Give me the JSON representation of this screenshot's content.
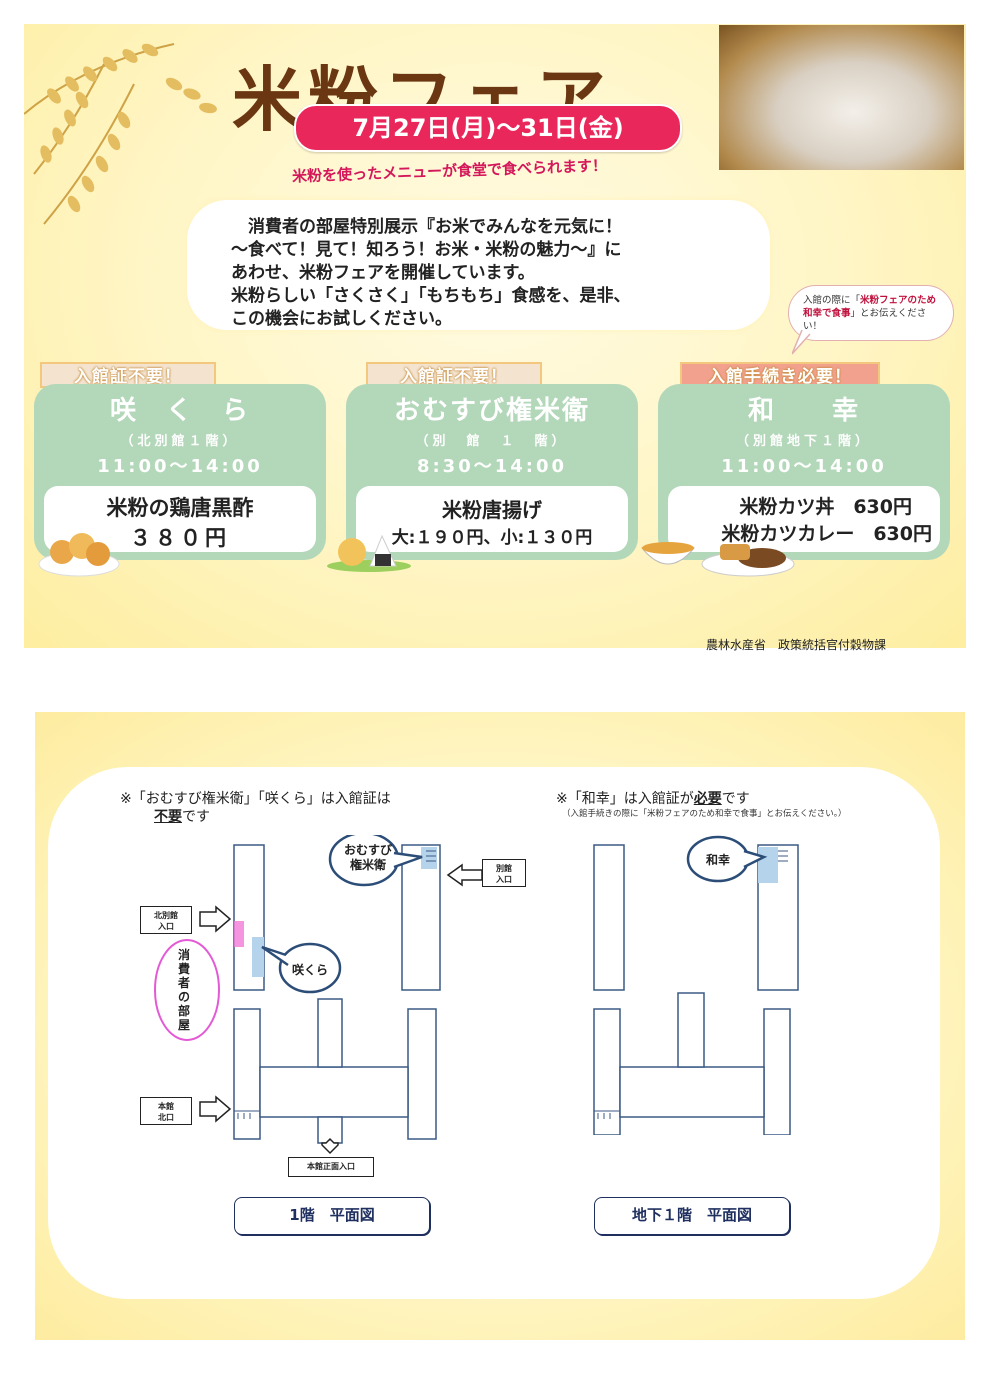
{
  "poster": {
    "title": "米粉フェア",
    "date": "7月27日(月)～31日(金)",
    "subtitle": "米粉を使ったメニューが食堂で食べられます！",
    "intro": "　消費者の部屋特別展示『お米でみんなを元気に！\n～食べて！見て！知ろう！お米・米粉の魅力～』に\nあわせ、米粉フェアを開催しています。\n米粉らしい「さくさく」「もちもち」食感を、是非、\nこの機会にお試しください。",
    "bubble": {
      "pre": "入館の際に「",
      "emph": "米粉フェアのため和幸で食事",
      "post": "」とお伝えください！"
    },
    "shops": [
      {
        "tag": "入館証不要！",
        "name": "咲　く　ら",
        "location": "（北別館１階）",
        "hours": "11:00～14:00",
        "menu_line1": "米粉の鶏唐黒酢",
        "menu_line2": "３８０円"
      },
      {
        "tag": "入館証不要！",
        "name": "おむすび権米衛",
        "location": "（別　館　１　階）",
        "hours": "8:30～14:00",
        "menu_line1": "米粉唐揚げ",
        "menu_line2": "大:１９０円、小:１３０円"
      },
      {
        "tag": "入館手続き必要！",
        "name": "和　　幸",
        "location": "（別館地下１階）",
        "hours": "11:00～14:00",
        "menu_line1": "米粉カツ丼　630円",
        "menu_line2": "米粉カツカレー　630円"
      }
    ],
    "footer": "農林水産省　政策統括官付穀物課"
  },
  "map": {
    "note_left_line1": "※「おむすび権米衛」「咲くら」は入館証は",
    "note_left_emph": "不要",
    "note_left_tail": "です",
    "note_right_pre": "※「和幸」は入館証が",
    "note_right_emph": "必要",
    "note_right_tail": "です",
    "note_right_small": "（入館手続きの際に「米粉フェアのため和幸で食事」とお伝えください。）",
    "floor1": {
      "label": "1階　平面図",
      "callout_omusubi": "おむすび\n権米衛",
      "callout_sakura": "咲くら",
      "consumer_room": "消費者の部屋",
      "entrance_bekkan": "別館\n入口",
      "entrance_kitabekkan": "北別館\n入口",
      "entrance_honkan_kita": "本館\n北口",
      "entrance_honkan_shomen": "本館正面入口"
    },
    "floorB1": {
      "label": "地下１階　平面図",
      "callout_wakou": "和幸"
    }
  },
  "colors": {
    "title": "#6b3712",
    "date_pill": "#e9275b",
    "subtitle": "#d4175a",
    "panel": "#b3d7b9",
    "map_line": "#1f2f5f",
    "highlight_blue": "#b5d3ea",
    "highlight_pink": "#f27ad8"
  }
}
